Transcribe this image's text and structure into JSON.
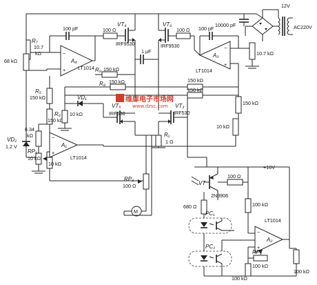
{
  "labels": {
    "c_100pf_a": "100 pF",
    "r_100_a": "100 Ω",
    "vt4": "VT₄",
    "irf9530_a": "IRF9530",
    "vt6": "VT₆",
    "r_100_b": "100 Ω",
    "irf9530_b": "IRF9530",
    "c_10000": "10000 pF",
    "c_100pf_b": "100 pF",
    "v12": "12V",
    "ac220": "AC220V",
    "r7": "R₇",
    "r7_val": "10.7",
    "r7_unit": "kΩ",
    "r_68": "68 kΩ",
    "a4": "A₄",
    "lt1014_a4": "LT1014",
    "c_1u": "1 μF",
    "a3": "A₃",
    "lt1014_a3": "LT1014",
    "r_107_b": "10.7 kΩ",
    "r8": "R₈",
    "r8_val": "150 kΩ",
    "r9": "R₉",
    "r9_val": "150 kΩ",
    "r_150_a": "150 kΩ",
    "r_150_b": "150 kΩ",
    "r5": "R₅",
    "r5_val": "150 kΩ",
    "vd1": "VD₁",
    "r_150_right": "150 kΩ",
    "vt5": "VT₅",
    "irf530_a": "IRF530",
    "vt3": "VT₃",
    "irf530_b": "IRF530",
    "r6": "R₆",
    "r6_val": "150 kΩ",
    "r_10k_a": "10 kΩ",
    "r_10k_right": "10 kΩ",
    "r1": "R₁",
    "r1_val": "1 Ω",
    "r_634": "6.34",
    "r_634_unit": "kΩ",
    "vd2": "VD₂",
    "vd2_v": "1.2 V",
    "a1": "A₁",
    "rp1": "RP₁",
    "rp1_val": "10 kΩ",
    "r_10k_b": "10 kΩ",
    "lt1014_a1": "LT1014",
    "plus16": "+16V",
    "rp3": "RP₃",
    "rp3_val": "100 Ω",
    "vt": "VT",
    "vt_part": "2N3906",
    "r_100_c": "100 Ω",
    "r_100k_a": "100 kΩ",
    "motor": "M",
    "r_680": "680 Ω",
    "pc1": "PC₁",
    "a2": "A₂",
    "lt1014_a2": "LT1014",
    "pc2": "PC₂",
    "rp2": "RP₂",
    "rp2_val": "100 kΩ",
    "r_100k_b": "100 kΩ",
    "r_100k_c": "100 kΩ",
    "watermark_cn": "维库电子市场网",
    "watermark_en": "www.dzsc.com"
  }
}
